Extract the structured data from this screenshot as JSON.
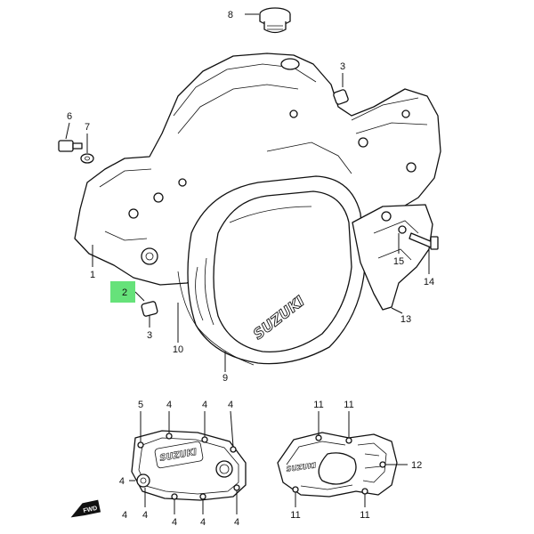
{
  "diagram": {
    "brand_logo_main": "SUZUKI",
    "brand_logo_small_left": "SUZUKI",
    "brand_logo_small_right": "SUZUKI",
    "fwd_label": "FWD",
    "highlight_color": "#66e27a",
    "callouts_main": [
      {
        "id": "c8",
        "text": "8"
      },
      {
        "id": "c3a",
        "text": "3"
      },
      {
        "id": "c6",
        "text": "6"
      },
      {
        "id": "c7",
        "text": "7"
      },
      {
        "id": "c1",
        "text": "1"
      },
      {
        "id": "c2",
        "text": "2",
        "highlighted": true
      },
      {
        "id": "c3b",
        "text": "3"
      },
      {
        "id": "c10",
        "text": "10"
      },
      {
        "id": "c9",
        "text": "9"
      },
      {
        "id": "c15",
        "text": "15"
      },
      {
        "id": "c14",
        "text": "14"
      },
      {
        "id": "c13",
        "text": "13"
      }
    ],
    "callouts_left_small": [
      {
        "id": "l5",
        "text": "5"
      },
      {
        "id": "l4a",
        "text": "4"
      },
      {
        "id": "l4b",
        "text": "4"
      },
      {
        "id": "l4c",
        "text": "4"
      },
      {
        "id": "l4d",
        "text": "4"
      },
      {
        "id": "l4e",
        "text": "4"
      },
      {
        "id": "l4f",
        "text": "4"
      },
      {
        "id": "l4g",
        "text": "4"
      },
      {
        "id": "l4h",
        "text": "4"
      },
      {
        "id": "l4i",
        "text": "4"
      }
    ],
    "callouts_right_small": [
      {
        "id": "r11a",
        "text": "11"
      },
      {
        "id": "r11b",
        "text": "11"
      },
      {
        "id": "r12",
        "text": "12"
      },
      {
        "id": "r11c",
        "text": "11"
      },
      {
        "id": "r11d",
        "text": "11"
      }
    ]
  }
}
